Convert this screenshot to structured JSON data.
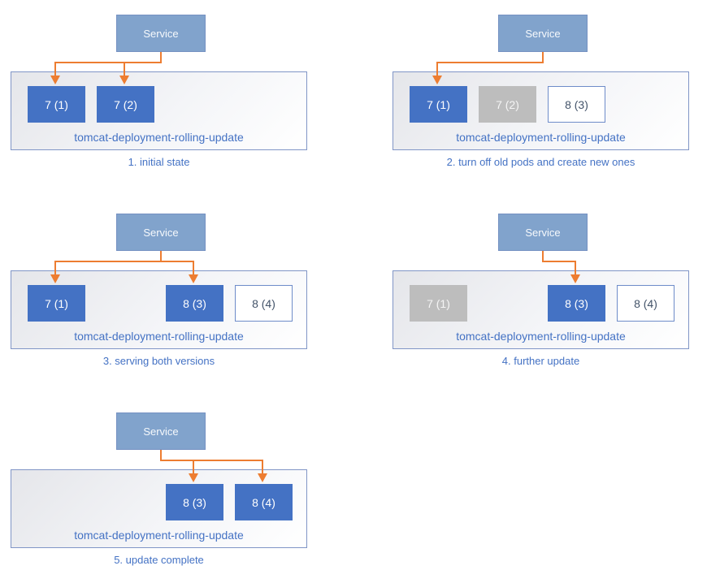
{
  "colors": {
    "accent": "#4472c4",
    "serviceFill": "#81a3cc",
    "inactive": "#bdbdbd",
    "arrow": "#ed7d31",
    "containerBorder": "#8095c6"
  },
  "panels": [
    {
      "caption": "1. initial state",
      "service": "Service",
      "deployment": "tomcat-deployment-rolling-update",
      "pods": [
        {
          "label": "7 (1)",
          "state": "active"
        },
        {
          "label": "7 (2)",
          "state": "active"
        }
      ],
      "service_routes_to": [
        "7 (1)",
        "7 (2)"
      ]
    },
    {
      "caption": "2. turn off old pods and create new ones",
      "service": "Service",
      "deployment": "tomcat-deployment-rolling-update",
      "pods": [
        {
          "label": "7 (1)",
          "state": "active"
        },
        {
          "label": "7 (2)",
          "state": "terminated"
        },
        {
          "label": "8 (3)",
          "state": "pending"
        }
      ],
      "service_routes_to": [
        "7 (1)"
      ]
    },
    {
      "caption": "3. serving both versions",
      "service": "Service",
      "deployment": "tomcat-deployment-rolling-update",
      "pods": [
        {
          "label": "7 (1)",
          "state": "active"
        },
        {
          "label": "8 (3)",
          "state": "active"
        },
        {
          "label": "8 (4)",
          "state": "pending"
        }
      ],
      "service_routes_to": [
        "7 (1)",
        "8 (3)"
      ]
    },
    {
      "caption": "4. further update",
      "service": "Service",
      "deployment": "tomcat-deployment-rolling-update",
      "pods": [
        {
          "label": "7 (1)",
          "state": "terminated"
        },
        {
          "label": "8 (3)",
          "state": "active"
        },
        {
          "label": "8 (4)",
          "state": "pending"
        }
      ],
      "service_routes_to": [
        "8 (3)"
      ]
    },
    {
      "caption": "5. update complete",
      "service": "Service",
      "deployment": "tomcat-deployment-rolling-update",
      "pods": [
        {
          "label": "8 (3)",
          "state": "active"
        },
        {
          "label": "8 (4)",
          "state": "active"
        }
      ],
      "service_routes_to": [
        "8 (3)",
        "8 (4)"
      ]
    }
  ]
}
